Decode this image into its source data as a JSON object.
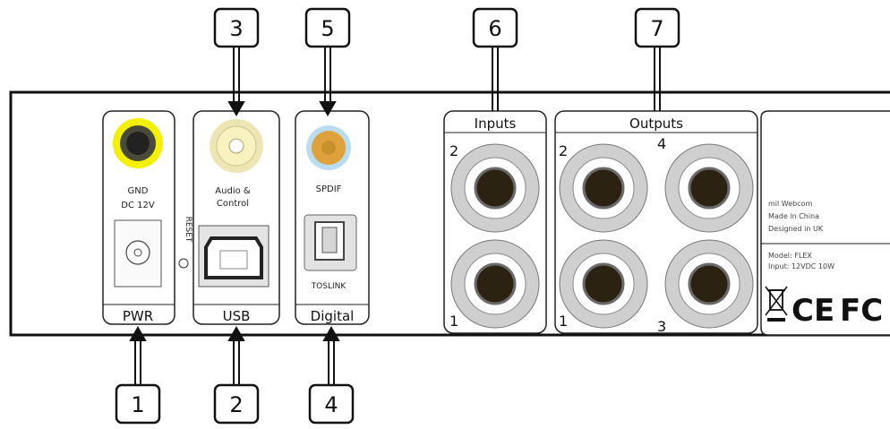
{
  "callouts": {
    "c1": "1",
    "c2": "2",
    "c3": "3",
    "c4": "4",
    "c5": "5",
    "c6": "6",
    "c7": "7"
  },
  "sections": {
    "pwr": "PWR",
    "usb": "USB",
    "digital": "Digital",
    "inputs": "Inputs",
    "outputs": "Outputs"
  },
  "pwr": {
    "gnd": "GND",
    "dc": "DC 12V",
    "reset": "RESET"
  },
  "usb": {
    "audio_line1": "Audio &",
    "audio_line2": "Control"
  },
  "digital": {
    "spdif": "SPDIF",
    "toslink": "TOSLINK"
  },
  "inputs": {
    "num_top": "2",
    "num_bottom": "1"
  },
  "outputs": {
    "num_2": "2",
    "num_4": "4",
    "num_1": "1",
    "num_3": "3"
  },
  "label": {
    "line1": "mil Webcom",
    "line2": "Made in China",
    "line3": "Designed in UK",
    "model": "Model: FLEX",
    "input": "Input: 12VDC 10W",
    "cert_ce": "CE",
    "cert_fc": "FC"
  },
  "colors": {
    "gnd_yellow": "#f3f000",
    "rca_cream": "#ede6b4",
    "spdif_blue": "#b9dcf0",
    "spdif_orange": "#c9902e",
    "jack_grey": "#cfcfcf"
  }
}
